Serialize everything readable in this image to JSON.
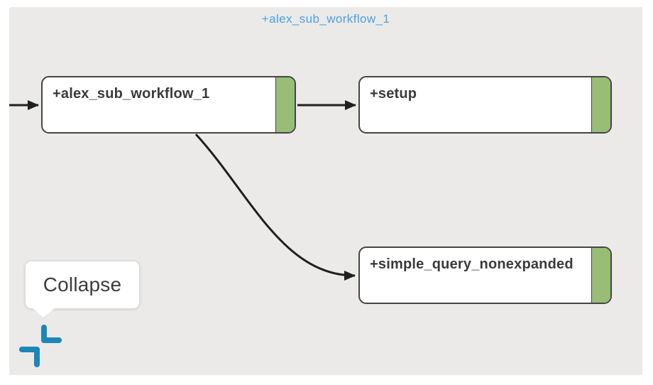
{
  "header": {
    "title": "+alex_sub_workflow_1"
  },
  "graph": {
    "nodes": [
      {
        "id": "n0",
        "label": "+alex_sub_workflow_1",
        "status": "succeeded"
      },
      {
        "id": "n1",
        "label": "+setup",
        "status": "succeeded"
      },
      {
        "id": "n2",
        "label": "+simple_query_nonexpanded",
        "status": "succeeded"
      }
    ],
    "edges": [
      {
        "from": "start",
        "to": "n0"
      },
      {
        "from": "n0",
        "to": "n1"
      },
      {
        "from": "n0",
        "to": "n2"
      }
    ]
  },
  "tooltip": {
    "label": "Collapse"
  },
  "icons": {
    "collapse": "collapse-corners-icon"
  },
  "colors": {
    "canvas_bg": "#ebeae8",
    "node_border": "#454545",
    "status_green": "#98bd77",
    "title_blue": "#4aa2e0",
    "icon_blue": "#1c87b6",
    "edge_black": "#1f1f1d"
  }
}
